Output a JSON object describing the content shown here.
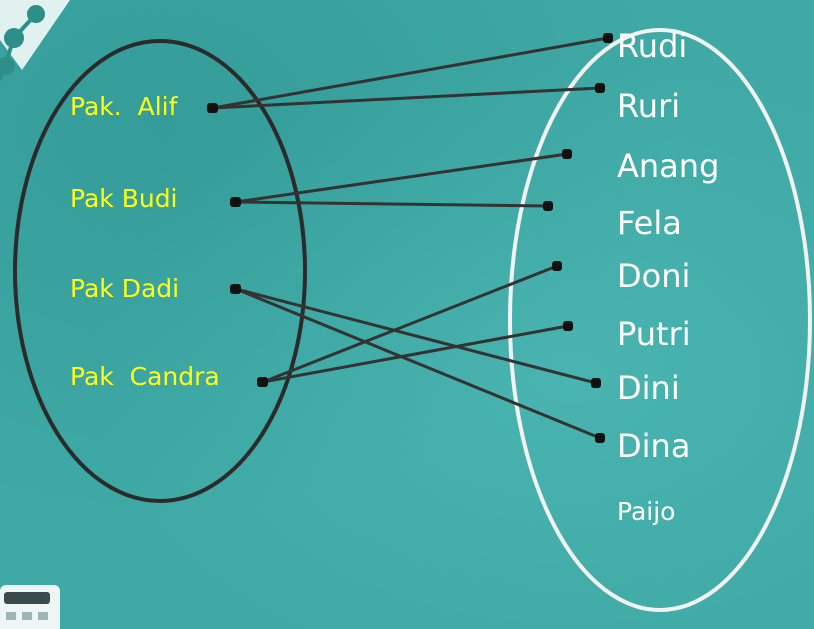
{
  "domain_set": {
    "items": [
      "Pak.  Alif",
      "Pak Budi",
      "Pak Dadi",
      "Pak  Candra"
    ]
  },
  "codomain_set": {
    "items": [
      "Rudi",
      "Ruri",
      "Anang",
      "Fela",
      "Doni",
      "Putri",
      "Dini",
      "Dina",
      "Paijo"
    ]
  },
  "mapping": [
    {
      "from": "Pak.  Alif",
      "to": "Rudi"
    },
    {
      "from": "Pak.  Alif",
      "to": "Ruri"
    },
    {
      "from": "Pak Budi",
      "to": "Anang"
    },
    {
      "from": "Pak Budi",
      "to": "Fela"
    },
    {
      "from": "Pak Dadi",
      "to": "Dini"
    },
    {
      "from": "Pak Dadi",
      "to": "Dina"
    },
    {
      "from": "Pak  Candra",
      "to": "Doni"
    },
    {
      "from": "Pak  Candra",
      "to": "Putri"
    }
  ],
  "colors": {
    "background": "#3fa9a5",
    "left_text": "#ffff1a",
    "right_text": "#ffffff",
    "left_oval": "#2b2b2b",
    "right_oval": "#f2f2f2",
    "arrow": "#333333"
  }
}
